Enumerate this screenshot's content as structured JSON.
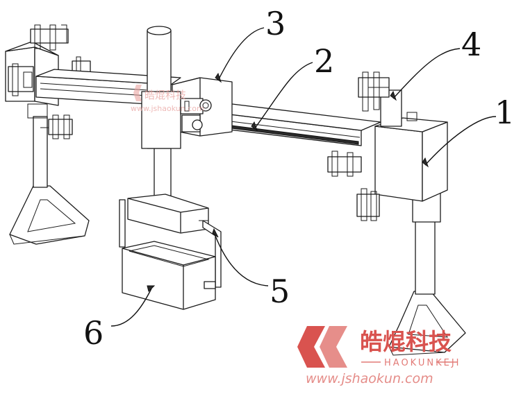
{
  "diagram": {
    "part_labels": [
      {
        "id": "1",
        "text": "1"
      },
      {
        "id": "2",
        "text": "2"
      },
      {
        "id": "3",
        "text": "3"
      },
      {
        "id": "4",
        "text": "4"
      },
      {
        "id": "5",
        "text": "5"
      },
      {
        "id": "6",
        "text": "6"
      }
    ]
  },
  "watermark": {
    "brand": "皓焜科技",
    "romanized": "HAOKUNKEJI",
    "url": "www.jshaokun.com",
    "faint_brand": "皓焜科技",
    "faint_url": "www.jshaokun.com",
    "color": "#d9534f"
  }
}
